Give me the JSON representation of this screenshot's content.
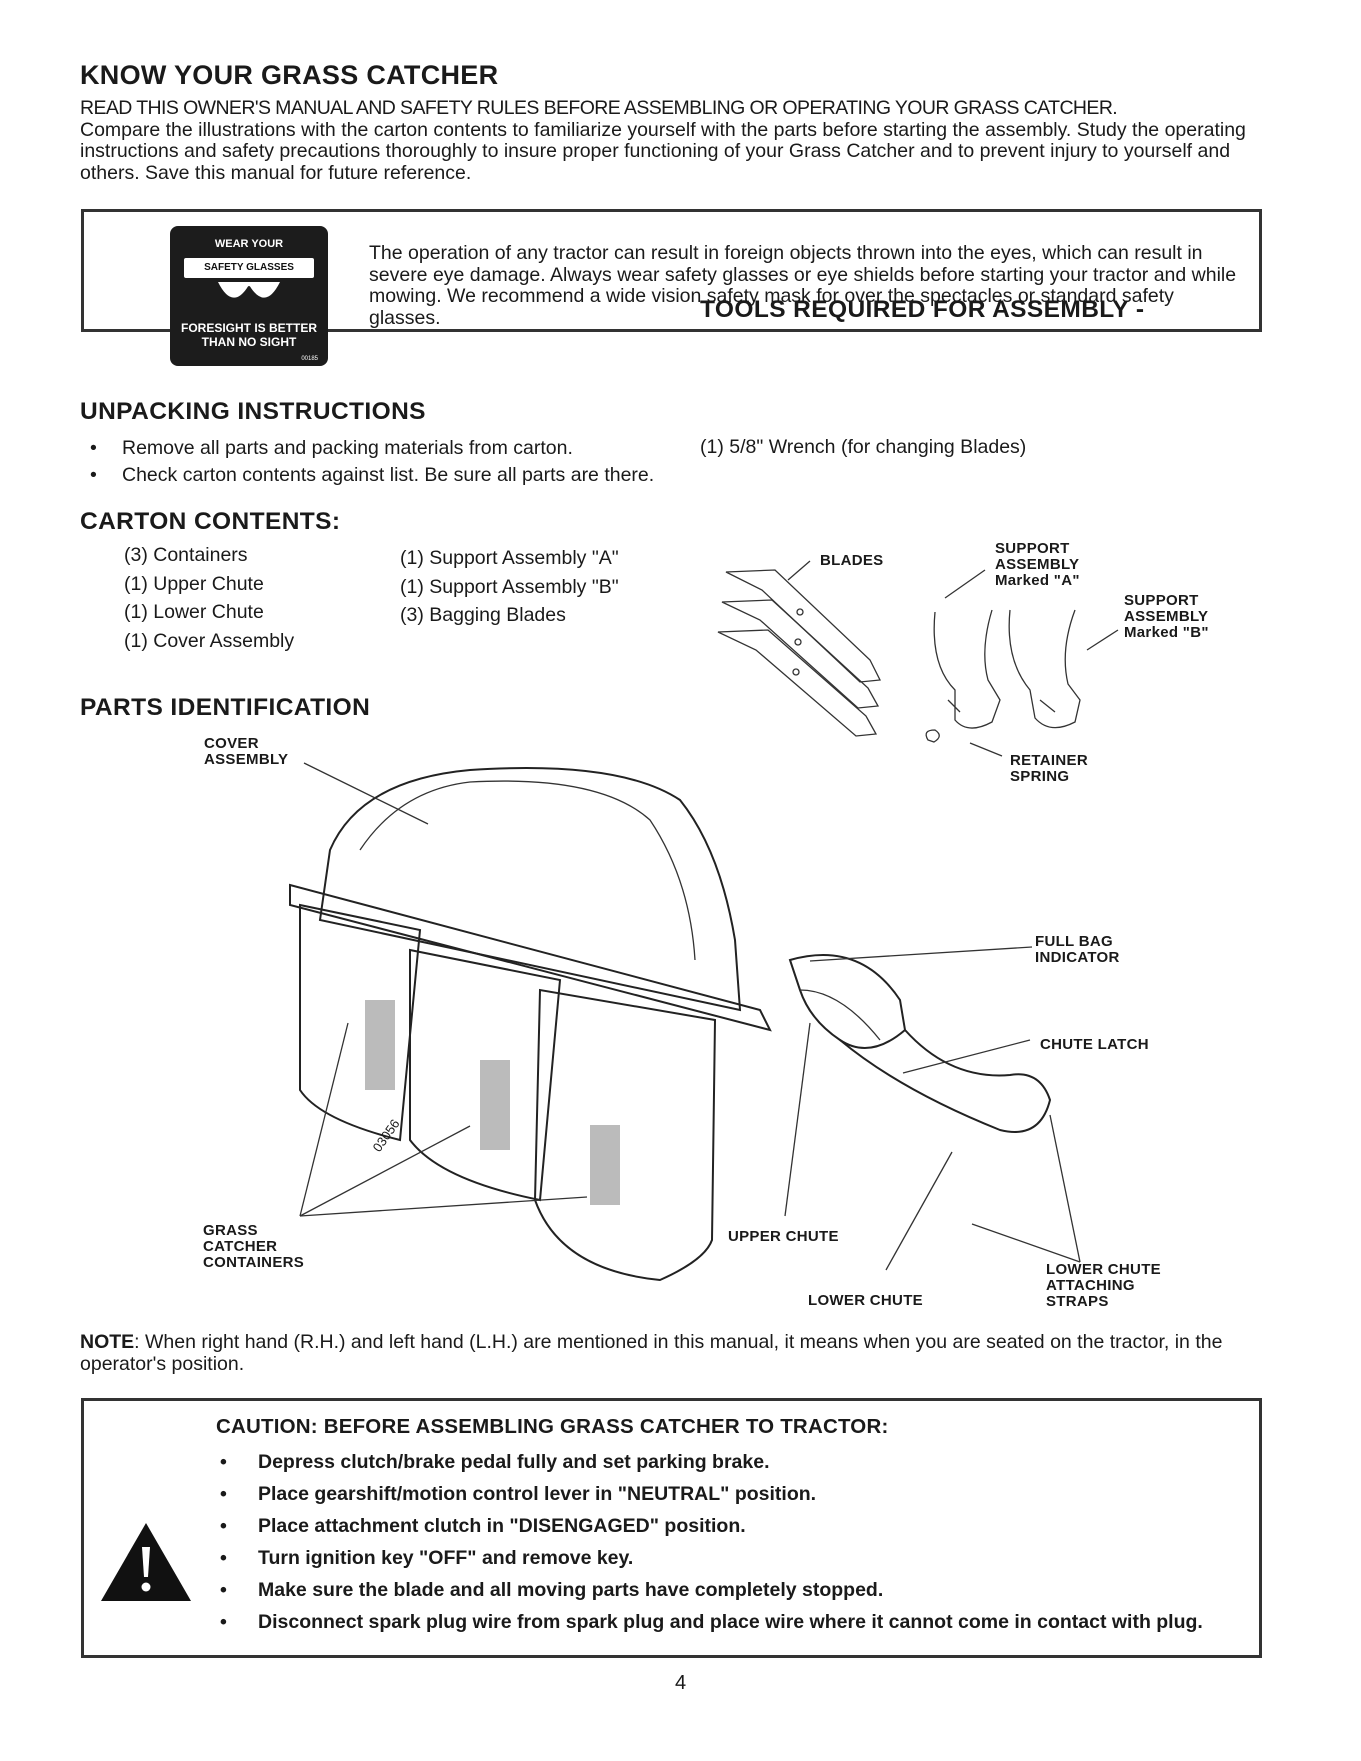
{
  "know": {
    "title": "KNOW YOUR GRASS CATCHER",
    "lead": "READ THIS OWNER'S MANUAL AND SAFETY RULES BEFORE ASSEMBLING OR OPERATING YOUR GRASS CATCHER.",
    "body": "Compare the illustrations with the carton contents to familiarize yourself with the parts before starting the assembly. Study the operating instructions and safety precautions thoroughly to insure proper functioning of your Grass Catcher and to prevent injury to yourself and others.  Save this manual for future reference."
  },
  "safety": {
    "badge_top": "WEAR YOUR",
    "badge_band": "SAFETY GLASSES",
    "badge_bottom": "FORESIGHT IS BETTER THAN NO SIGHT",
    "badge_code": "00185",
    "text": "The operation of any tractor can result in foreign objects thrown into the eyes, which can result in severe eye damage. Always wear safety glasses or eye shields before starting your tractor and while mowing. We recommend a  wide vision safety mask for over the spectacles or standard safety glasses."
  },
  "unpacking": {
    "title": "UNPACKING INSTRUCTIONS",
    "items": [
      "Remove all parts and packing materials from carton.",
      "Check carton contents against list.  Be sure all parts are there."
    ]
  },
  "carton": {
    "title": "CARTON CONTENTS:",
    "col1": [
      "(3) Containers",
      "(1) Upper Chute",
      "(1) Lower Chute",
      "(1) Cover Assembly"
    ],
    "col2": [
      "(1) Support Assembly \"A\"",
      "(1) Support Assembly \"B\"",
      "(3) Bagging Blades"
    ]
  },
  "tools": {
    "title": "TOOLS REQUIRED FOR ASSEMBLY -",
    "item": "(1) 5/8\" Wrench (for changing Blades)"
  },
  "parts": {
    "title": "PARTS  IDENTIFICATION",
    "labels": {
      "blades": "BLADES",
      "support_a": "SUPPORT ASSEMBLY Marked \"A\"",
      "support_b": "SUPPORT ASSEMBLY Marked \"B\"",
      "retainer": "RETAINER SPRING",
      "cover": "COVER ASSEMBLY",
      "full_bag": "FULL BAG INDICATOR",
      "chute_latch": "CHUTE LATCH",
      "grass": "GRASS CATCHER CONTAINERS",
      "upper_chute": "UPPER CHUTE",
      "lower_chute": "LOWER CHUTE",
      "straps": "LOWER CHUTE ATTACHING STRAPS",
      "fig_code": "03056"
    }
  },
  "note": {
    "label": "NOTE",
    "text": ": When right hand (R.H.) and left hand (L.H.) are mentioned in this manual, it means when you are seated on the tractor, in the operator's position."
  },
  "caution": {
    "title": "CAUTION:  BEFORE ASSEMBLING GRASS CATCHER TO TRACTOR:",
    "items": [
      "Depress clutch/brake pedal fully and set parking brake.",
      "Place gearshift/motion control lever in \"NEUTRAL\" position.",
      "Place attachment clutch in \"DISENGAGED\" position.",
      "Turn ignition key \"OFF\" and remove key.",
      "Make sure the blade and all moving parts have completely stopped.",
      "Disconnect spark plug wire from spark plug and place wire where it cannot come in contact with plug."
    ]
  },
  "page_number": "4"
}
